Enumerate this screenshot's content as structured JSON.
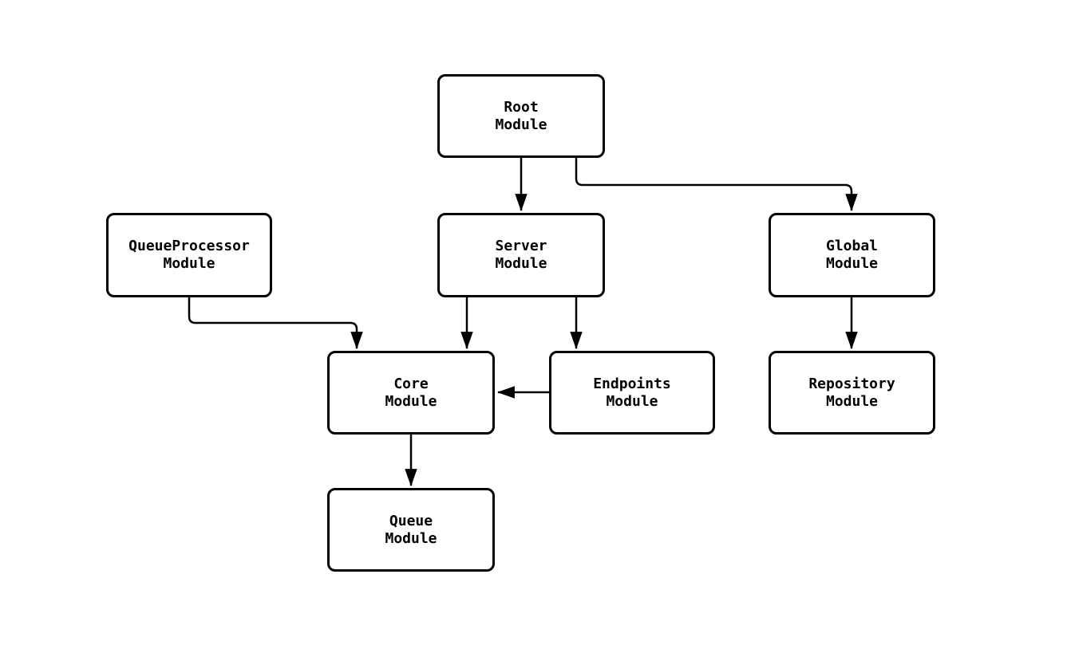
{
  "diagram": {
    "type": "module-dependency-flowchart",
    "colors": {
      "background": "#ffffff",
      "node_fill": "#ffffff",
      "node_border": "#000000",
      "edge": "#000000",
      "text": "#000000"
    },
    "nodes": {
      "root": {
        "label": "Root\nModule"
      },
      "queue_processor": {
        "label": "QueueProcessor\nModule"
      },
      "server": {
        "label": "Server\nModule"
      },
      "global": {
        "label": "Global\nModule"
      },
      "core": {
        "label": "Core\nModule"
      },
      "endpoints": {
        "label": "Endpoints\nModule"
      },
      "repository": {
        "label": "Repository\nModule"
      },
      "queue": {
        "label": "Queue\nModule"
      }
    },
    "edges": [
      {
        "from": "Root Module",
        "to": "Server Module"
      },
      {
        "from": "Root Module",
        "to": "Global Module"
      },
      {
        "from": "QueueProcessor Module",
        "to": "Core Module"
      },
      {
        "from": "Server Module",
        "to": "Core Module"
      },
      {
        "from": "Server Module",
        "to": "Endpoints Module"
      },
      {
        "from": "Global Module",
        "to": "Repository Module"
      },
      {
        "from": "Endpoints Module",
        "to": "Core Module"
      },
      {
        "from": "Core Module",
        "to": "Queue Module"
      }
    ]
  }
}
